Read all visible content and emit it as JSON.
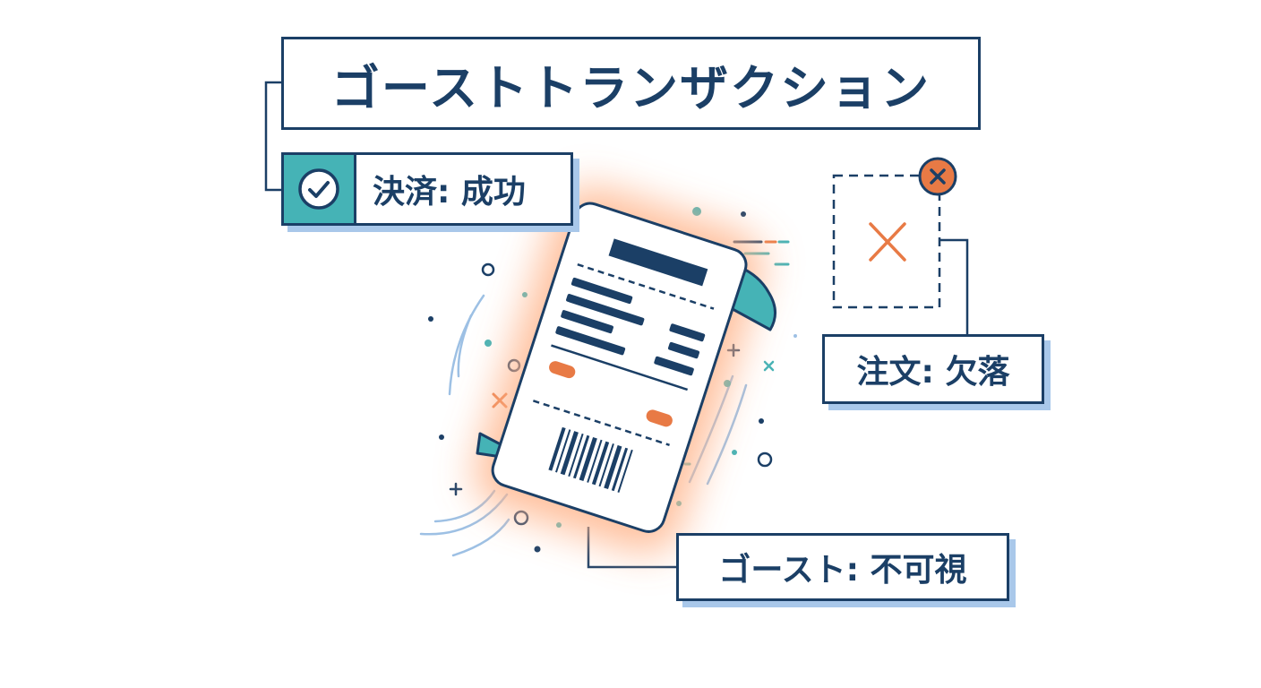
{
  "diagram": {
    "title": "ゴーストトランザクション",
    "payment_label": "決済: 成功",
    "order_label": "注文: 欠落",
    "ghost_label": "ゴースト: 不可視"
  },
  "icons": {
    "check": "check-circle-icon",
    "error": "error-circle-icon",
    "missing": "x-mark-icon",
    "receipt": "receipt-icon",
    "barcode": "barcode-icon"
  },
  "colors": {
    "navy": "#1b3f66",
    "teal": "#45b3b6",
    "orange": "#e87a45",
    "light_blue": "#a9c8ea",
    "glow": "#ffb48a"
  }
}
